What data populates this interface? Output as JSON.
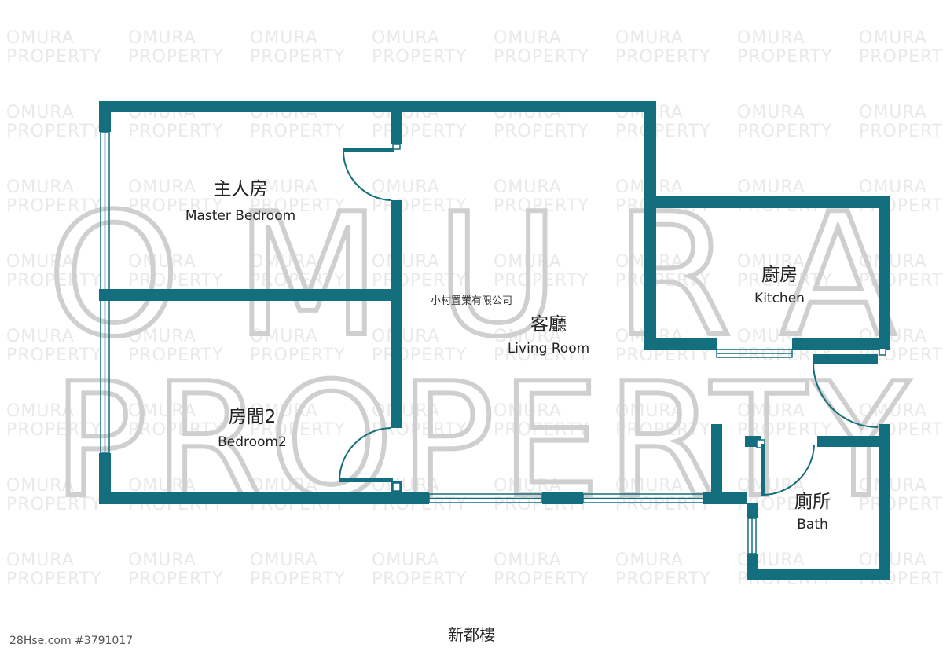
{
  "watermark": {
    "tile_line1": "OMURA",
    "tile_line2": "PROPERTY",
    "big_line1": "OMURA",
    "big_line2": "PROPERTY"
  },
  "company_name": "小村置業有限公司",
  "building_name": "新都樓",
  "listing_id": "28Hse.com #3791017",
  "rooms": {
    "master_bedroom": {
      "zh": "主人房",
      "en": "Master Bedroom"
    },
    "bedroom2": {
      "zh": "房間2",
      "en": "Bedroom2"
    },
    "living_room": {
      "zh": "客廳",
      "en": "Living Room"
    },
    "kitchen": {
      "zh": "廚房",
      "en": "Kitchen"
    },
    "bath": {
      "zh": "廁所",
      "en": "Bath"
    }
  },
  "colors": {
    "wall": "#136f7e",
    "watermark_tile": "#e9e9e9",
    "watermark_big": "#cfcfcf"
  }
}
